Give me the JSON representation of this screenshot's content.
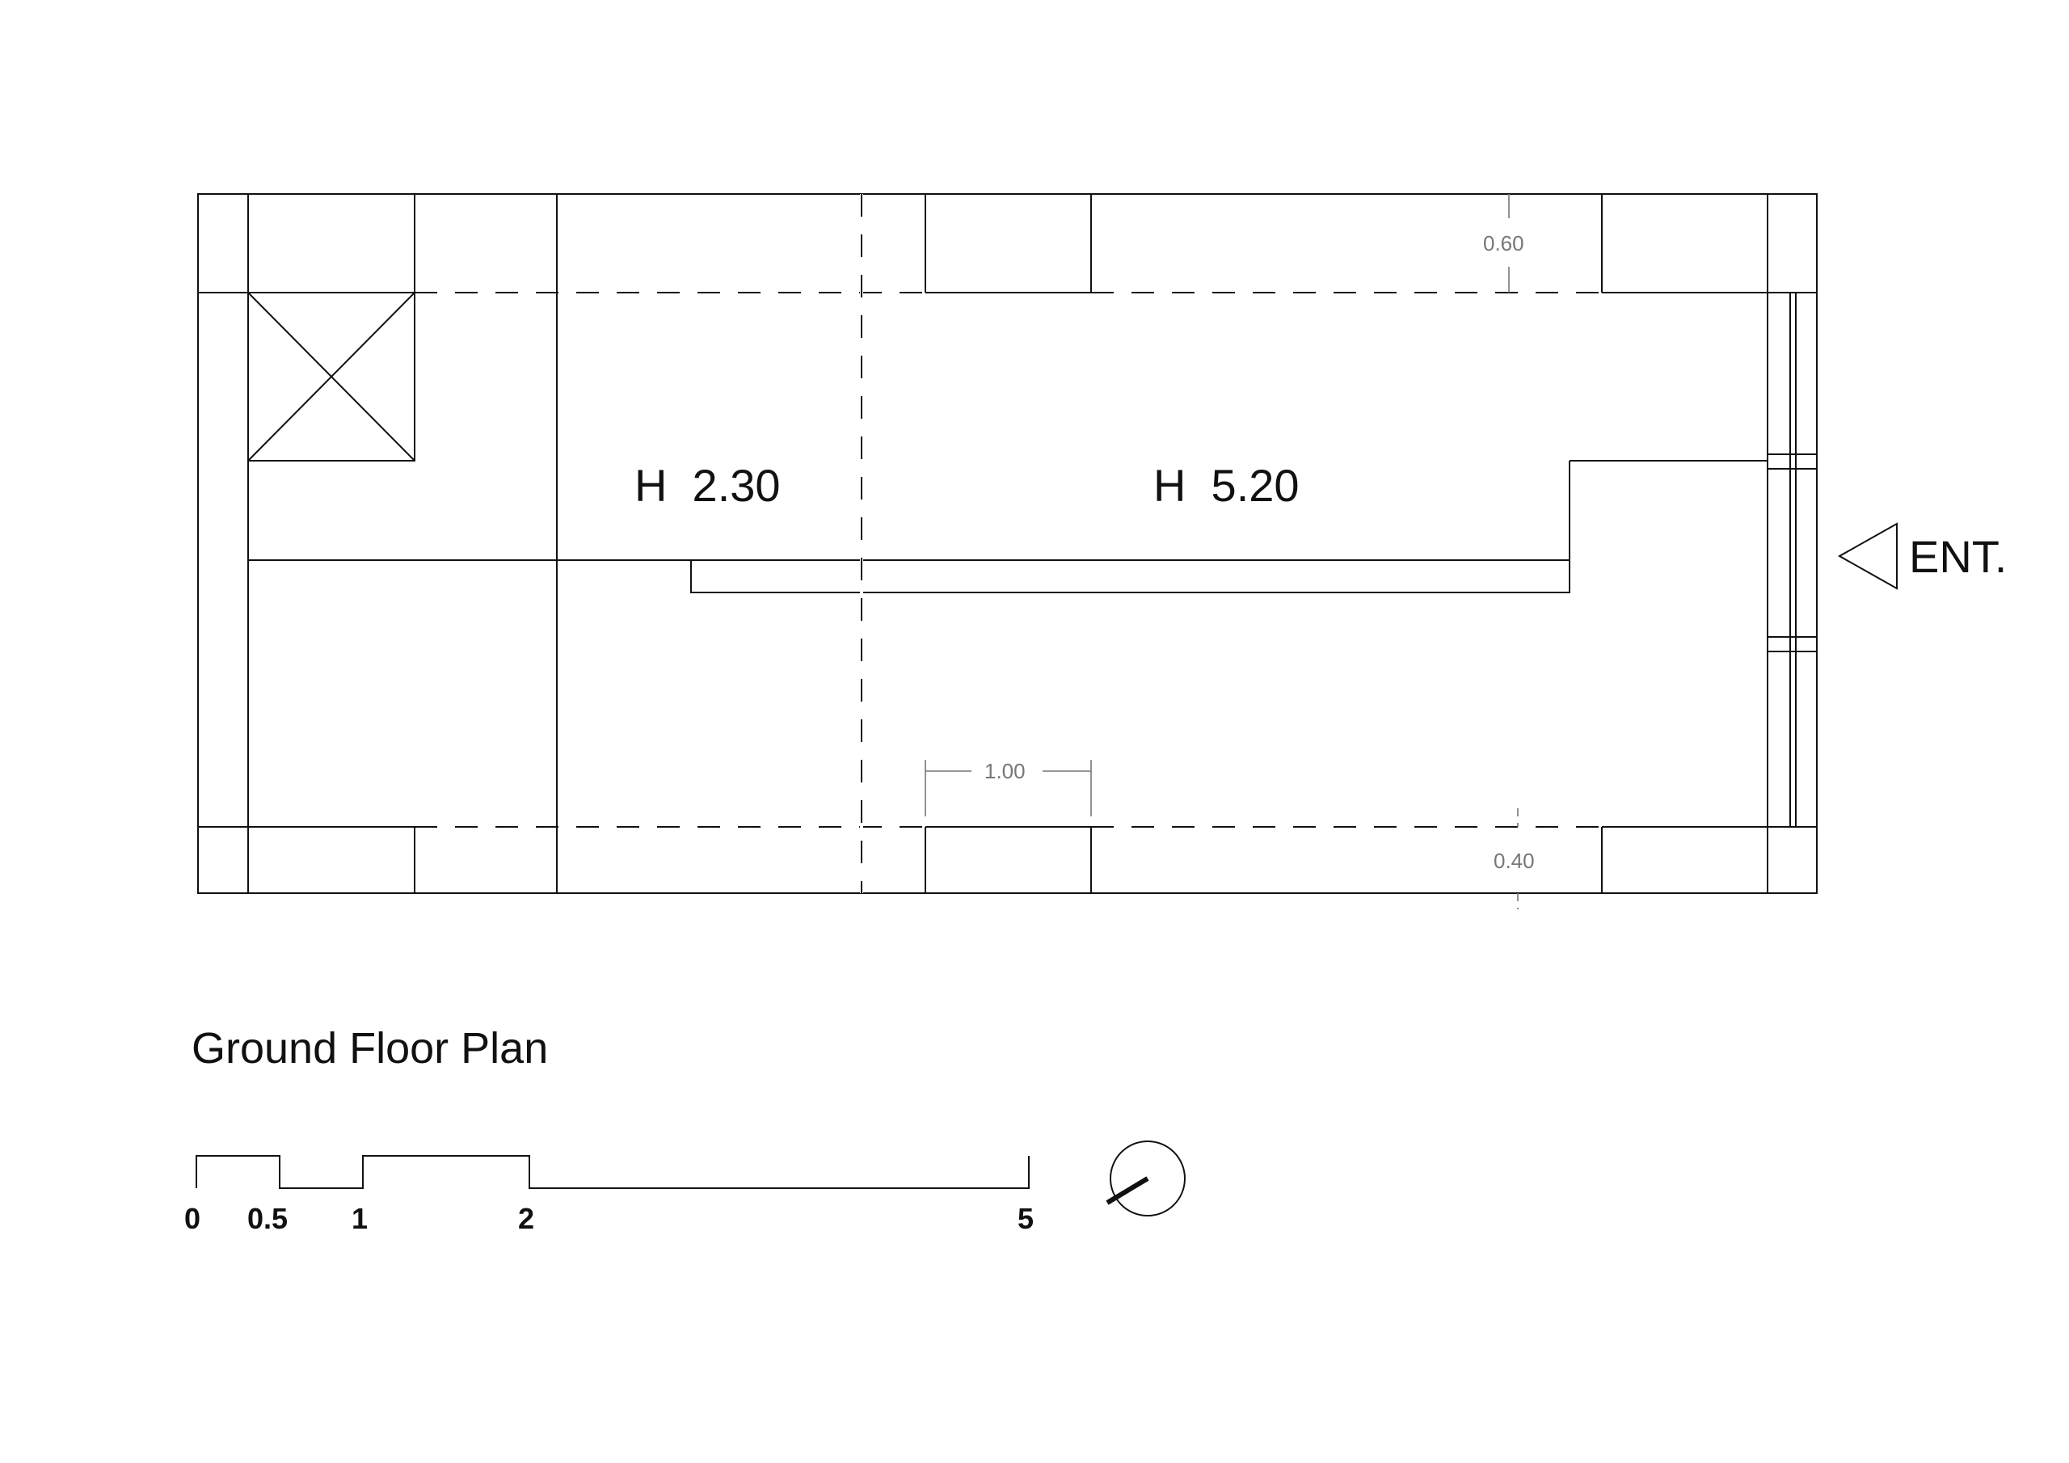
{
  "plan": {
    "title": "Ground Floor Plan",
    "entrance_label": "ENT.",
    "rooms": [
      {
        "height_label": "H  2.30"
      },
      {
        "height_label": "H  5.20"
      }
    ],
    "dimensions": {
      "top_wall": "0.60",
      "bottom_wall": "0.40",
      "window_width": "1.00"
    },
    "scale_bar": {
      "labels": [
        "0",
        "0.5",
        "1",
        "2",
        "5"
      ]
    }
  }
}
